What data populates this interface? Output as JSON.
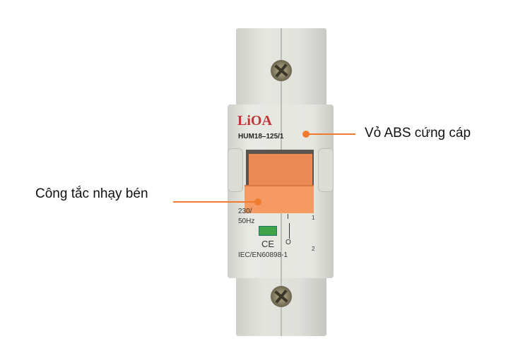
{
  "product": {
    "brand": "LiOA",
    "model": "HUM18–125/1",
    "voltage": "230/",
    "frequency": "50Hz",
    "ce_mark": "CE",
    "standard": "IEC/EN60898-1",
    "on_mark": "I",
    "off_mark": "O",
    "terminal_top": "1",
    "terminal_bottom": "2"
  },
  "annotations": {
    "case": "Vỏ ABS cứng cáp",
    "switch": "Công tắc nhạy bén"
  },
  "colors": {
    "accent": "#ef7b2f",
    "brand": "#c0353a",
    "toggle": "#f59a62"
  }
}
